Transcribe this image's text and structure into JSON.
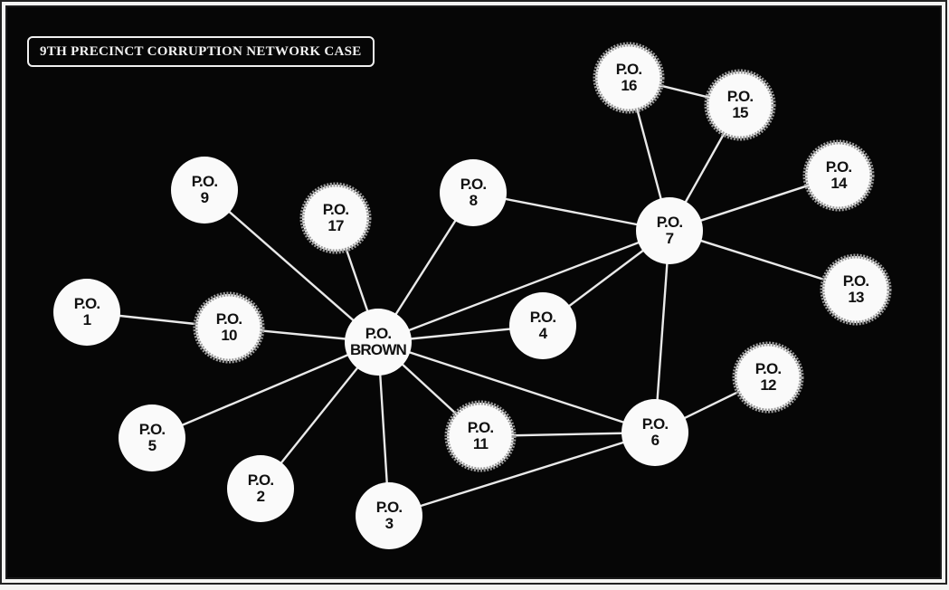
{
  "title": "9TH PRECINCT CORRUPTION NETWORK CASE",
  "colors": {
    "background": "#060606",
    "node_fill": "#fafafa",
    "edge": "#e9e9e9",
    "ring": "#9a9a9a",
    "text": "#111111"
  },
  "nodes": [
    {
      "id": "brown",
      "line1": "P.O.",
      "line2": "BROWN",
      "ring": false
    },
    {
      "id": "po1",
      "line1": "P.O.",
      "line2": "1",
      "ring": false
    },
    {
      "id": "po2",
      "line1": "P.O.",
      "line2": "2",
      "ring": false
    },
    {
      "id": "po3",
      "line1": "P.O.",
      "line2": "3",
      "ring": false
    },
    {
      "id": "po4",
      "line1": "P.O.",
      "line2": "4",
      "ring": false
    },
    {
      "id": "po5",
      "line1": "P.O.",
      "line2": "5",
      "ring": false
    },
    {
      "id": "po6",
      "line1": "P.O.",
      "line2": "6",
      "ring": false
    },
    {
      "id": "po7",
      "line1": "P.O.",
      "line2": "7",
      "ring": false
    },
    {
      "id": "po8",
      "line1": "P.O.",
      "line2": "8",
      "ring": false
    },
    {
      "id": "po9",
      "line1": "P.O.",
      "line2": "9",
      "ring": false
    },
    {
      "id": "po10",
      "line1": "P.O.",
      "line2": "10",
      "ring": true
    },
    {
      "id": "po11",
      "line1": "P.O.",
      "line2": "11",
      "ring": true
    },
    {
      "id": "po12",
      "line1": "P.O.",
      "line2": "12",
      "ring": true
    },
    {
      "id": "po13",
      "line1": "P.O.",
      "line2": "13",
      "ring": true
    },
    {
      "id": "po14",
      "line1": "P.O.",
      "line2": "14",
      "ring": true
    },
    {
      "id": "po15",
      "line1": "P.O.",
      "line2": "15",
      "ring": true
    },
    {
      "id": "po16",
      "line1": "P.O.",
      "line2": "16",
      "ring": true
    },
    {
      "id": "po17",
      "line1": "P.O.",
      "line2": "17",
      "ring": true
    }
  ],
  "edges": [
    [
      "po1",
      "po10"
    ],
    [
      "po10",
      "brown"
    ],
    [
      "po9",
      "brown"
    ],
    [
      "po17",
      "brown"
    ],
    [
      "po8",
      "brown"
    ],
    [
      "brown",
      "po7"
    ],
    [
      "brown",
      "po4"
    ],
    [
      "brown",
      "po5"
    ],
    [
      "brown",
      "po2"
    ],
    [
      "brown",
      "po3"
    ],
    [
      "brown",
      "po11"
    ],
    [
      "brown",
      "po6"
    ],
    [
      "po8",
      "po7"
    ],
    [
      "po4",
      "po7"
    ],
    [
      "po7",
      "po6"
    ],
    [
      "po7",
      "po14"
    ],
    [
      "po7",
      "po13"
    ],
    [
      "po7",
      "po15"
    ],
    [
      "po7",
      "po16"
    ],
    [
      "po16",
      "po15"
    ],
    [
      "po11",
      "po6"
    ],
    [
      "po3",
      "po6"
    ],
    [
      "po6",
      "po12"
    ]
  ]
}
